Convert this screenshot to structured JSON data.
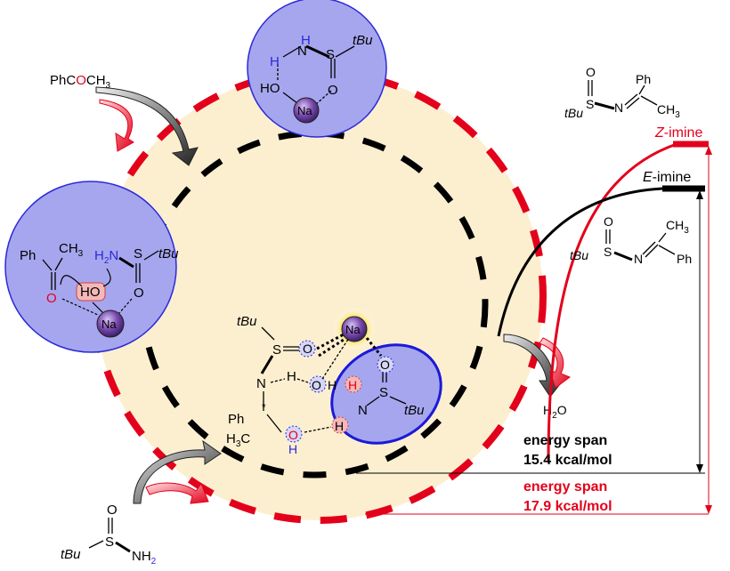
{
  "reagents": {
    "ketone_left": "PhC",
    "ketone_O": "O",
    "ketone_right": "CH",
    "ketone_sub": "3",
    "sulfinamide_tBu": "tBu",
    "sulfinamide_S": "S",
    "sulfinamide_O": "O",
    "sulfinamide_N": "NH",
    "sulfinamide_sub": "2"
  },
  "top_complex": {
    "N": "N",
    "H_on_N": "H",
    "H_on_O": "H",
    "O1": "O",
    "O2": "O",
    "S": "S",
    "tBu": "tBu",
    "Na": "Na"
  },
  "left_complex": {
    "Ph": "Ph",
    "CH3": "CH",
    "CH3_sub": "3",
    "H2N": "H",
    "H2N_sub": "2",
    "H2N_N": "N",
    "S": "S",
    "tBu": "tBu",
    "O_carbonyl": "O",
    "HO": "HO",
    "O_sulfinyl": "O",
    "Na": "Na"
  },
  "transition_state": {
    "tBu_top": "tBu",
    "S_left": "S",
    "O_left": "O",
    "N_left": "N",
    "H_mid": "H",
    "O_water": "O",
    "H_water": "H",
    "star": "*",
    "Ph": "Ph",
    "H3C": "H",
    "H3C_sub": "3",
    "H3C_C": "C",
    "O_bottom": "O",
    "H_bottom": "H",
    "H_bottom2": "H",
    "Na": "Na",
    "H_red": "H",
    "N_right": "N",
    "O_right": "O",
    "S_right": "S",
    "tBu_right": "tBu"
  },
  "products": {
    "z_imine_label_italic": "Z",
    "z_imine_label_rest": "-imine",
    "e_imine_label_italic": "E",
    "e_imine_label_rest": "-imine",
    "z_Ph": "Ph",
    "z_O": "O",
    "z_S": "S",
    "z_N": "N",
    "z_tBu": "tBu",
    "z_CH3": "CH",
    "z_CH3_sub": "3",
    "e_CH3": "CH",
    "e_CH3_sub": "3",
    "e_O": "O",
    "e_S": "S",
    "e_N": "N",
    "e_tBu": "tBu",
    "e_Ph": "Ph",
    "water": "H",
    "water_sub": "2",
    "water_O": "O"
  },
  "energy": {
    "black_label_1": "energy span",
    "black_label_2": "15.4 kcal/mol",
    "red_label_1": "energy span",
    "red_label_2": "17.9 kcal/mol"
  },
  "colors": {
    "bg_fill": "#fcefd0",
    "red": "#e3001b",
    "circle_fill": "#a6a6ee",
    "ellipse_stroke": "#1a1ad8",
    "na_fill": "#6b3fa0"
  }
}
